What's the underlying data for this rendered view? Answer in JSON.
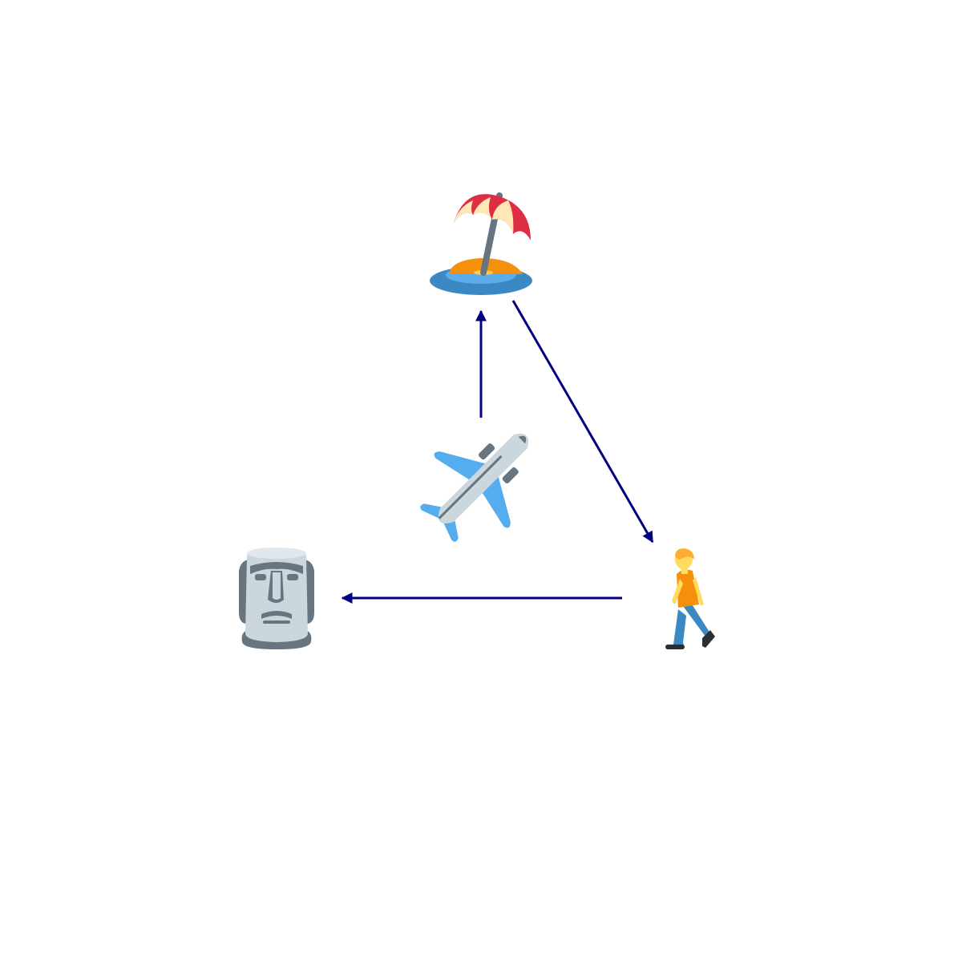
{
  "diagram": {
    "nodes": [
      {
        "id": "airplane",
        "icon": "airplane-icon"
      },
      {
        "id": "island",
        "icon": "desert-island-icon"
      },
      {
        "id": "walker",
        "icon": "person-walking-icon"
      },
      {
        "id": "moai",
        "icon": "moai-icon"
      }
    ],
    "edges": [
      {
        "from": "airplane",
        "to": "island"
      },
      {
        "from": "island",
        "to": "walker"
      },
      {
        "from": "walker",
        "to": "moai"
      }
    ],
    "colors": {
      "edge": "#000080",
      "umbrella_red": "#dd2e44",
      "umbrella_cream": "#ffe8b6",
      "sand": "#f4900c",
      "water": "#3b88c3",
      "plane_body": "#ccd6dd",
      "plane_wing": "#55acee",
      "stone": "#ccd6dd",
      "stone_dark": "#66757f",
      "skin": "#ffdc5d",
      "hair": "#ffac33",
      "shirt": "#f4900c",
      "jeans": "#3b88c3"
    }
  }
}
